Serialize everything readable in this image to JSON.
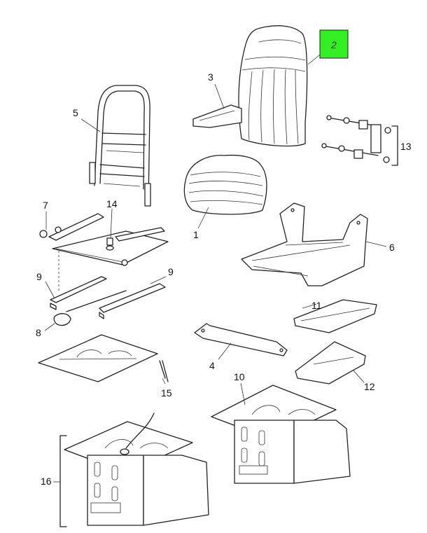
{
  "labels": {
    "p1": "1",
    "p2": "2",
    "p3": "3",
    "p4": "4",
    "p5": "5",
    "p6": "6",
    "p7": "7",
    "p8": "8",
    "p9a": "9",
    "p9b": "9",
    "p10": "10",
    "p11": "11",
    "p12": "12",
    "p13": "13",
    "p14": "14",
    "p15": "15",
    "p16": "16"
  },
  "colors": {
    "highlight": "#33ee22",
    "line": "#222222",
    "background": "#ffffff"
  }
}
